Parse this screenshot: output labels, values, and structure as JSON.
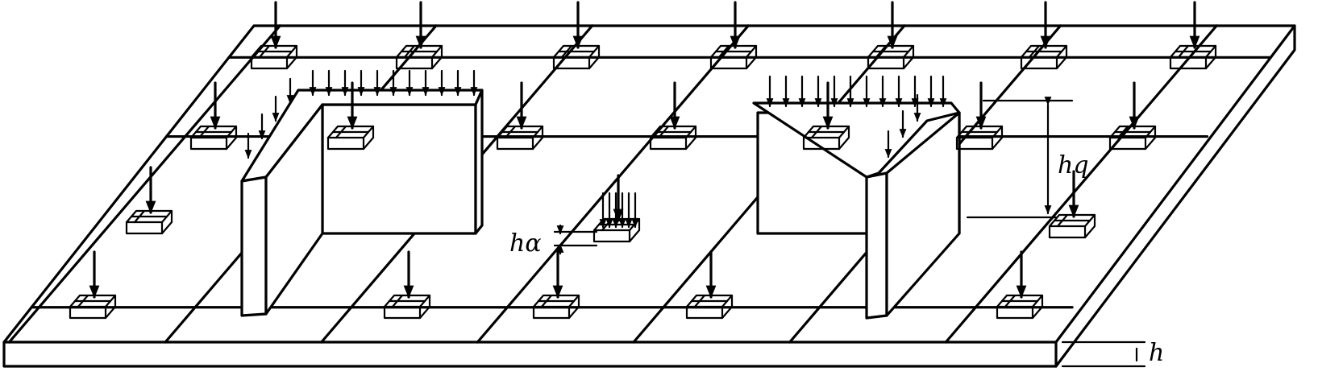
{
  "labels": {
    "h": "h",
    "h_a": "hɑ",
    "h_q": "hq"
  },
  "colors": {
    "ink": "#000000",
    "paper": "#ffffff"
  }
}
